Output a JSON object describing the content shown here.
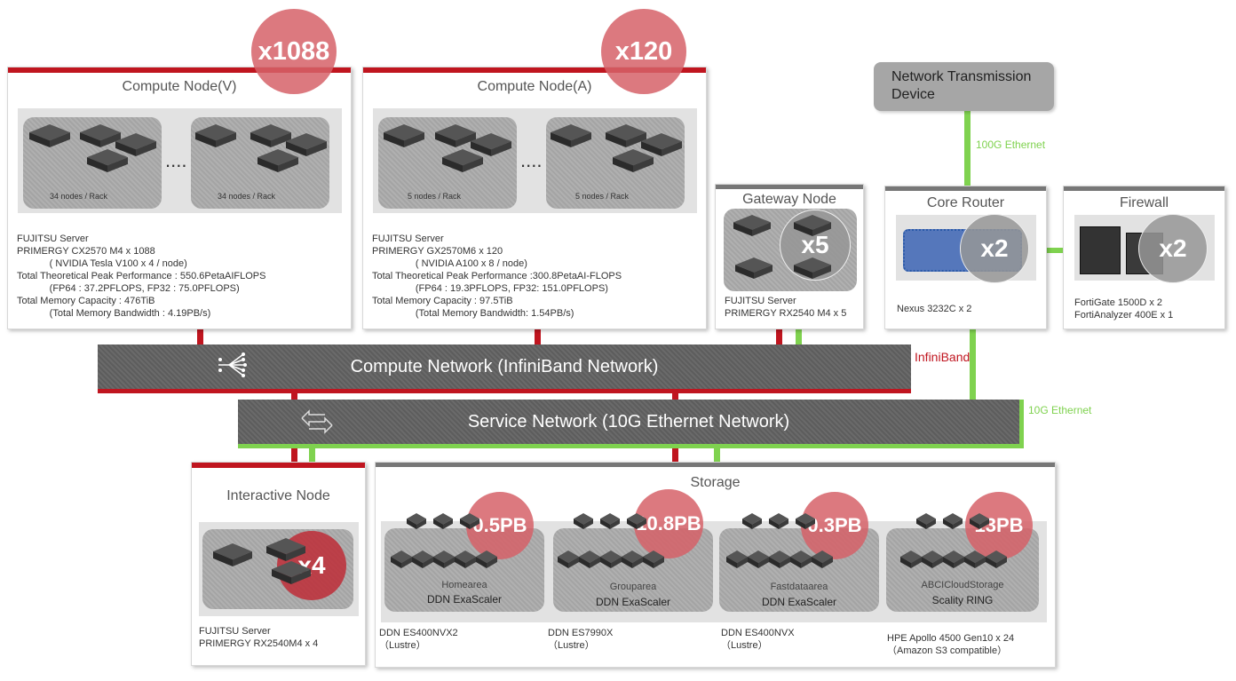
{
  "compute_v": {
    "title": "Compute Node(V)",
    "badge": "x1088",
    "rack_label_1": "34 nodes / Rack",
    "rack_label_2": "34 nodes / Rack",
    "spec": "FUJITSU Server\nPRIMERGY CX2570 M4 x 1088\n            ( NVIDIA Tesla V100 x 4 / node)\nTotal Theoretical Peak Performance : 550.6PetaAIFLOPS\n            (FP64 : 37.2PFLOPS, FP32 : 75.0PFLOPS)\nTotal Memory Capacity : 476TiB\n            (Total Memory Bandwidth : 4.19PB/s)"
  },
  "compute_a": {
    "title": "Compute Node(A)",
    "badge": "x120",
    "rack_label_1": "5 nodes / Rack",
    "rack_label_2": "5 nodes / Rack",
    "spec": "FUJITSU Server\nPRIMERGY GX2570M6 x 120\n                ( NVIDIA A100 x 8 / node)\nTotal Theoretical Peak Performance :300.8PetaAI-FLOPS\n                (FP64 : 19.3PFLOPS, FP32: 151.0PFLOPS)\nTotal Memory Capacity : 97.5TiB\n                (Total Memory Bandwidth: 1.54PB/s)"
  },
  "gateway": {
    "title": "Gateway Node",
    "badge": "x5",
    "spec": "FUJITSU Server\nPRIMERGY RX2540 M4 x 5"
  },
  "network_device": {
    "title": "Network Transmission\nDevice"
  },
  "links": {
    "ethernet_100g": "100G Ethernet",
    "ethernet_10g": "10G Ethernet",
    "infiniband": "InfiniBand"
  },
  "core_router": {
    "title": "Core Router",
    "badge": "x2",
    "spec": "Nexus 3232C x 2"
  },
  "firewall": {
    "title": "Firewall",
    "badge": "x2",
    "spec": "FortiGate 1500D x 2\nFortiAnalyzer 400E x 1"
  },
  "compute_network": {
    "label": "Compute Network (InfiniBand Network)"
  },
  "service_network": {
    "label": "Service Network (10G Ethernet Network)"
  },
  "interactive": {
    "title": "Interactive Node",
    "badge": "x4",
    "spec": "FUJITSU Server\nPRIMERGY RX2540M4 x 4"
  },
  "storage": {
    "title": "Storage",
    "units": [
      {
        "badge": "0.5PB",
        "area": "Homearea",
        "system": "DDN ExaScaler",
        "spec": "DDN ES400NVX2\n（Lustre）"
      },
      {
        "badge": "10.8PB",
        "area": "Grouparea",
        "system": "DDN ExaScaler",
        "spec": "DDN ES7990X\n（Lustre）"
      },
      {
        "badge": "0.3PB",
        "area": "Fastdataarea",
        "system": "DDN ExaScaler",
        "spec": "DDN ES400NVX\n（Lustre）"
      },
      {
        "badge": "13PB",
        "area": "ABCICloudStorage",
        "system": "Scality RING",
        "spec": "HPE Apollo 4500 Gen10 x 24\n（Amazon S3 compatible）"
      }
    ]
  },
  "colors": {
    "red": "#c0151f",
    "green": "#7fd24f",
    "badge_red": "#d66268",
    "badge_gray": "#969696"
  },
  "icons": {
    "infiniband": "network-fanout-icon",
    "ethernet": "bidirectional-arrows-icon",
    "server": "server-box-icon"
  }
}
